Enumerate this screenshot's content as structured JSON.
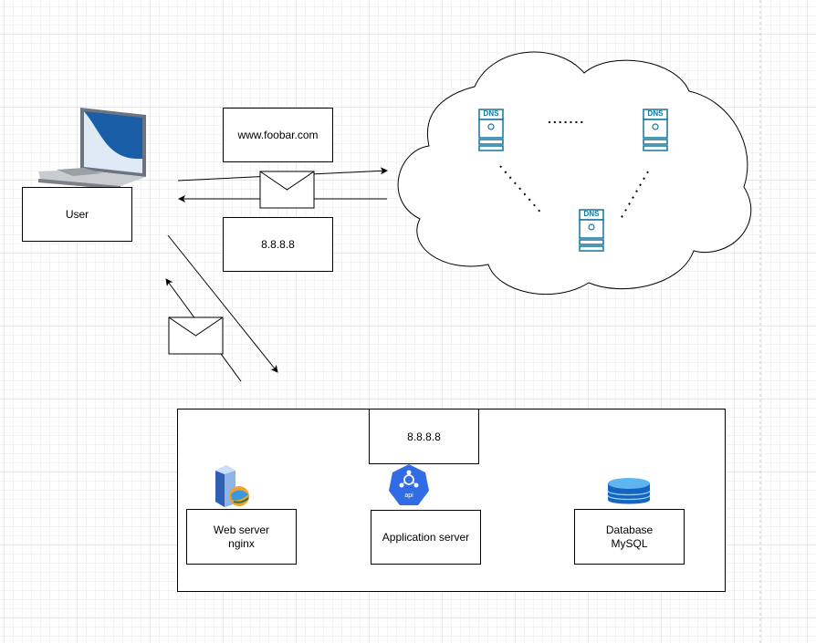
{
  "user": {
    "label": "User"
  },
  "request": {
    "domain_label": "www.foobar.com"
  },
  "dns_response": {
    "ip_label": "8.8.8.8"
  },
  "dns_cloud": {
    "server_label": "DNS",
    "dots_label": "......."
  },
  "server_stack": {
    "ip_label": "8.8.8.8",
    "web_server": {
      "line1": "Web server",
      "line2": "nginx"
    },
    "app_server": {
      "label": "Application server",
      "icon_label": "api"
    },
    "database": {
      "line1": "Database",
      "line2": "MySQL"
    }
  },
  "colors": {
    "dns_blue": "#10739e",
    "api_blue": "#326ce5",
    "db_blue": "#1565c0"
  }
}
